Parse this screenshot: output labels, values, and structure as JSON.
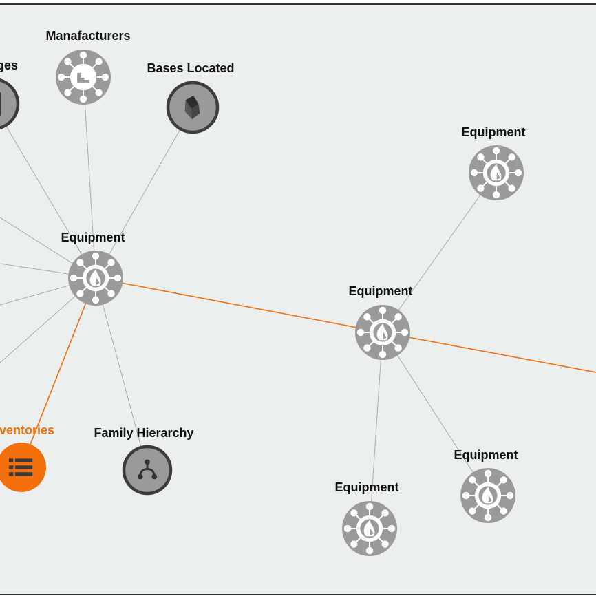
{
  "colors": {
    "canvas_background": "#ebeff0",
    "frame_border": "#333333",
    "edge_default": "#a9a9a9",
    "edge_highlight": "#f36f0c",
    "node_gray": "#9a9a9a",
    "node_ring": "#3c3c3c",
    "node_highlight": "#f36f0c",
    "icon_dark": "#3c3c3c",
    "icon_white": "#ffffff"
  },
  "nodes": [
    {
      "id": "ranges",
      "label": "ges",
      "icon": "box-icon",
      "ring": true
    },
    {
      "id": "manufacturers",
      "label": "Manafacturers",
      "icon": "factory-hub-icon",
      "ring": false
    },
    {
      "id": "bases-located",
      "label": "Bases Located",
      "icon": "cube-icon",
      "ring": true
    },
    {
      "id": "equipment-main",
      "label": "Equipment",
      "icon": "equipment-hub-icon",
      "ring": false
    },
    {
      "id": "equipment-center",
      "label": "Equipment",
      "icon": "equipment-hub-icon",
      "ring": false
    },
    {
      "id": "equipment-top-right",
      "label": "Equipment",
      "icon": "equipment-hub-icon",
      "ring": false
    },
    {
      "id": "equipment-bottom-right",
      "label": "Equipment",
      "icon": "equipment-hub-icon",
      "ring": false
    },
    {
      "id": "equipment-bottom",
      "label": "Equipment",
      "icon": "equipment-hub-icon",
      "ring": false
    },
    {
      "id": "inventories",
      "label": "ventories",
      "icon": "list-icon",
      "ring": false,
      "highlighted": true
    },
    {
      "id": "family-hierarchy",
      "label": "Family Hierarchy",
      "icon": "hierarchy-icon",
      "ring": true
    }
  ],
  "edges": [
    {
      "from": "equipment-main",
      "to": "ranges",
      "highlighted": false
    },
    {
      "from": "equipment-main",
      "to": "manufacturers",
      "highlighted": false
    },
    {
      "from": "equipment-main",
      "to": "bases-located",
      "highlighted": false
    },
    {
      "from": "equipment-main",
      "to": "family-hierarchy",
      "highlighted": false
    },
    {
      "from": "equipment-main",
      "to": "inventories",
      "highlighted": true
    },
    {
      "from": "equipment-main",
      "to": "equipment-center",
      "highlighted": true
    },
    {
      "from": "equipment-center",
      "to": "equipment-top-right",
      "highlighted": false
    },
    {
      "from": "equipment-center",
      "to": "equipment-bottom-right",
      "highlighted": false
    },
    {
      "from": "equipment-center",
      "to": "equipment-bottom",
      "highlighted": false
    }
  ]
}
